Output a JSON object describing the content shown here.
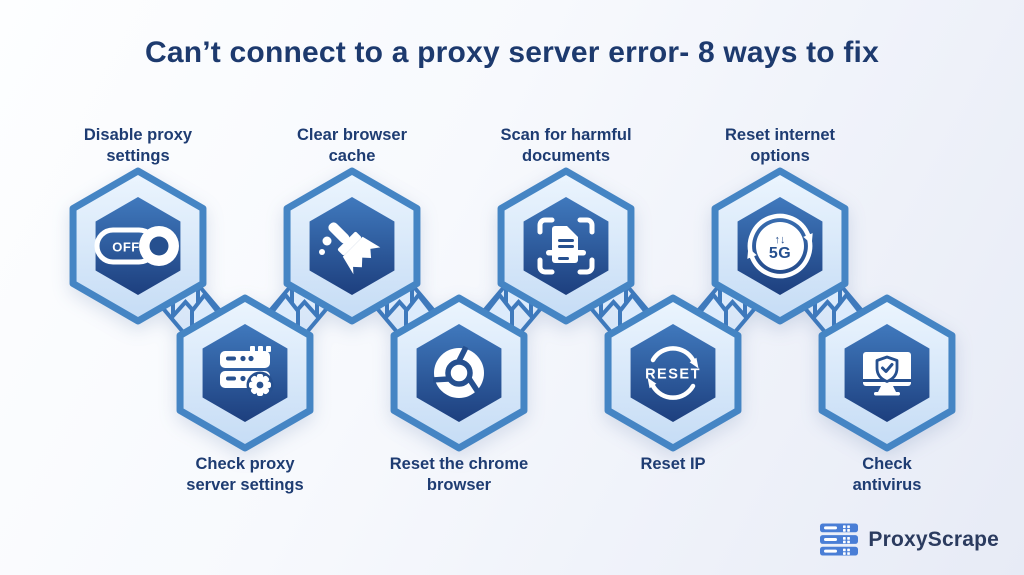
{
  "title": "Can’t connect to a proxy server error- 8 ways to fix",
  "steps": [
    {
      "label": "Disable proxy settings",
      "lines": [
        "Disable proxy",
        "settings"
      ],
      "icon": "toggle-off",
      "position": "top"
    },
    {
      "label": "Check proxy server settings",
      "lines": [
        "Check proxy",
        "server settings"
      ],
      "icon": "server-gear",
      "position": "bottom"
    },
    {
      "label": "Clear browser cache",
      "lines": [
        "Clear browser",
        "cache"
      ],
      "icon": "clean-brush",
      "position": "top"
    },
    {
      "label": "Reset the chrome browser",
      "lines": [
        "Reset the chrome",
        "browser"
      ],
      "icon": "chrome-browser",
      "position": "bottom"
    },
    {
      "label": "Scan for harmful documents",
      "lines": [
        "Scan for harmful",
        "documents"
      ],
      "icon": "scan-document",
      "position": "top"
    },
    {
      "label": "Reset IP",
      "lines": [
        "Reset IP"
      ],
      "icon": "reset-arrows",
      "position": "bottom"
    },
    {
      "label": "Reset internet options",
      "lines": [
        "Reset internet",
        "options"
      ],
      "icon": "5g-reset",
      "position": "top"
    },
    {
      "label": "Check antivirus",
      "lines": [
        "Check",
        "antivirus"
      ],
      "icon": "monitor-shield",
      "position": "bottom"
    }
  ],
  "icon_labels": {
    "toggle_off": "OFF",
    "reset": "RESET",
    "five_g": "5G",
    "five_g_arrows": "↑↓"
  },
  "brand": {
    "name": "ProxyScrape"
  },
  "colors": {
    "title_text": "#1d3a6e",
    "label_text": "#1e3c72",
    "hex_border": "#4585c4",
    "hex_light_top": "#ecf5fe",
    "hex_light_bottom": "#c5dcf5",
    "hex_dark_top": "#4079bd",
    "hex_dark_bottom": "#1d3f7e",
    "band_fill_top": "#e6f0fc",
    "band_fill_bottom": "#cddff5",
    "ribbon_fill": "#dcebfc",
    "band_border": "#3e79bc",
    "icon_detail": "#26508f",
    "brand_icon_blue": "#4a7ed6",
    "brand_text": "#2b3b5f"
  }
}
